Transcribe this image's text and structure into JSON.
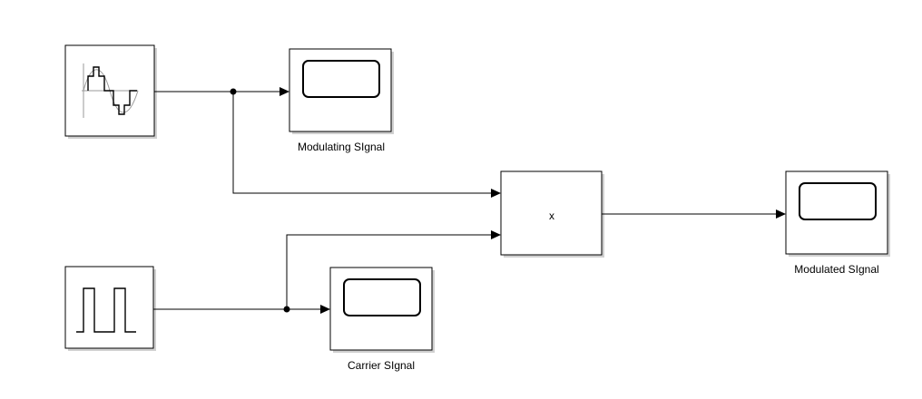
{
  "diagram": {
    "blocks": {
      "sine_source": {
        "kind": "signal-generator",
        "icon": "quantized-sine-icon"
      },
      "pulse_source": {
        "kind": "pulse-generator",
        "icon": "square-wave-icon"
      },
      "product": {
        "kind": "product",
        "operator": "x"
      },
      "scope_modulating": {
        "kind": "scope",
        "label": "Modulating SIgnal"
      },
      "scope_carrier": {
        "kind": "scope",
        "label": "Carrier SIgnal"
      },
      "scope_modulated": {
        "kind": "scope",
        "label": "Modulated SIgnal"
      }
    }
  }
}
